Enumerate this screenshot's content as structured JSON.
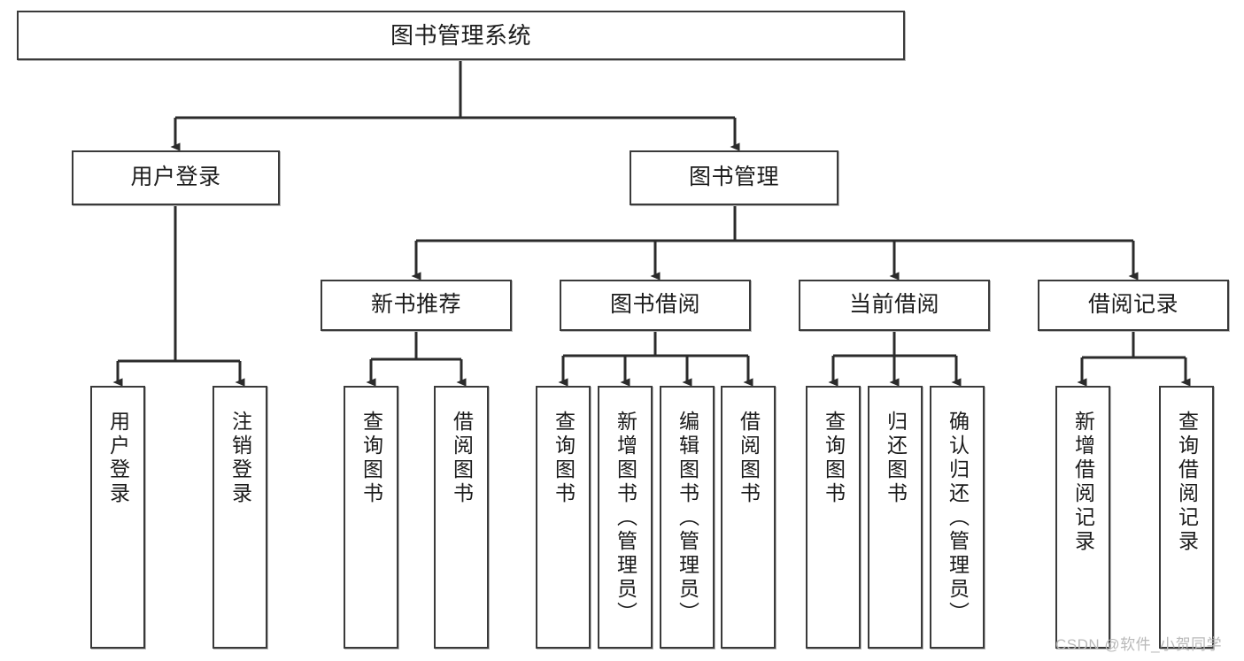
{
  "diagram": {
    "type": "hierarchy-tree",
    "title": "图书管理系统",
    "watermark": "CSDN @软件_小贺同学",
    "colors": {
      "box_border": "#3a3a3a",
      "box_fill": "#ffffff",
      "connector": "#2b2b2b",
      "text": "#1b1b1b",
      "watermark": "#b9b9b9"
    },
    "nodes": {
      "root": {
        "label": "图书管理系统"
      },
      "level2": [
        {
          "label": "用户登录"
        },
        {
          "label": "图书管理"
        }
      ],
      "level3": [
        {
          "label": "新书推荐"
        },
        {
          "label": "图书借阅"
        },
        {
          "label": "当前借阅"
        },
        {
          "label": "借阅记录"
        }
      ],
      "leaves": {
        "user_login": [
          {
            "label": "用户登录"
          },
          {
            "label": "注销登录"
          }
        ],
        "new_book": [
          {
            "label": "查询图书"
          },
          {
            "label": "借阅图书"
          }
        ],
        "book_borrow": [
          {
            "label": "查询图书"
          },
          {
            "label": "新增图书（管理员）"
          },
          {
            "label": "编辑图书（管理员）"
          },
          {
            "label": "借阅图书"
          }
        ],
        "current_borrow": [
          {
            "label": "查询图书"
          },
          {
            "label": "归还图书"
          },
          {
            "label": "确认归还（管理员）"
          }
        ],
        "borrow_record": [
          {
            "label": "新增借阅记录"
          },
          {
            "label": "查询借阅记录"
          }
        ]
      }
    }
  }
}
